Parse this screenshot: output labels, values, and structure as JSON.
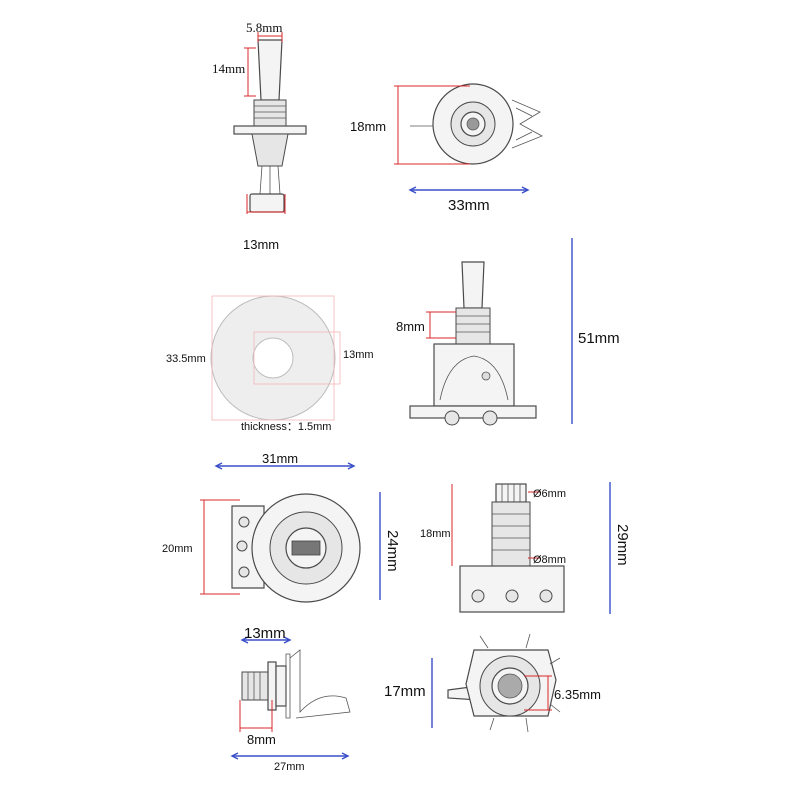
{
  "colors": {
    "dimension_red": "#d8282b",
    "dimension_blue": "#3a4fc9",
    "outline": "#4a4a4a"
  },
  "toggle_side": {
    "tip_width": "5.8mm",
    "tip_height": "14mm",
    "foot_width": "13mm"
  },
  "jack_cup": {
    "height": "18mm",
    "width": "33mm"
  },
  "washer": {
    "outer": "33.5mm",
    "inner": "13mm",
    "thickness": "thickness：1.5mm"
  },
  "toggle_switch": {
    "bushing": "8mm",
    "total_height": "51mm"
  },
  "potentiometer": {
    "width": "31mm",
    "height_left": "20mm",
    "height_right": "24mm"
  },
  "pot_side": {
    "shaft_diameter": "Ø6mm",
    "bushing_diameter": "Ø8mm",
    "shaft_length": "18mm",
    "total_height": "29mm"
  },
  "output_jack": {
    "top": "13mm",
    "bushing": "8mm",
    "length": "27mm"
  },
  "jack_front": {
    "height": "17mm",
    "hole": "6.35mm"
  }
}
